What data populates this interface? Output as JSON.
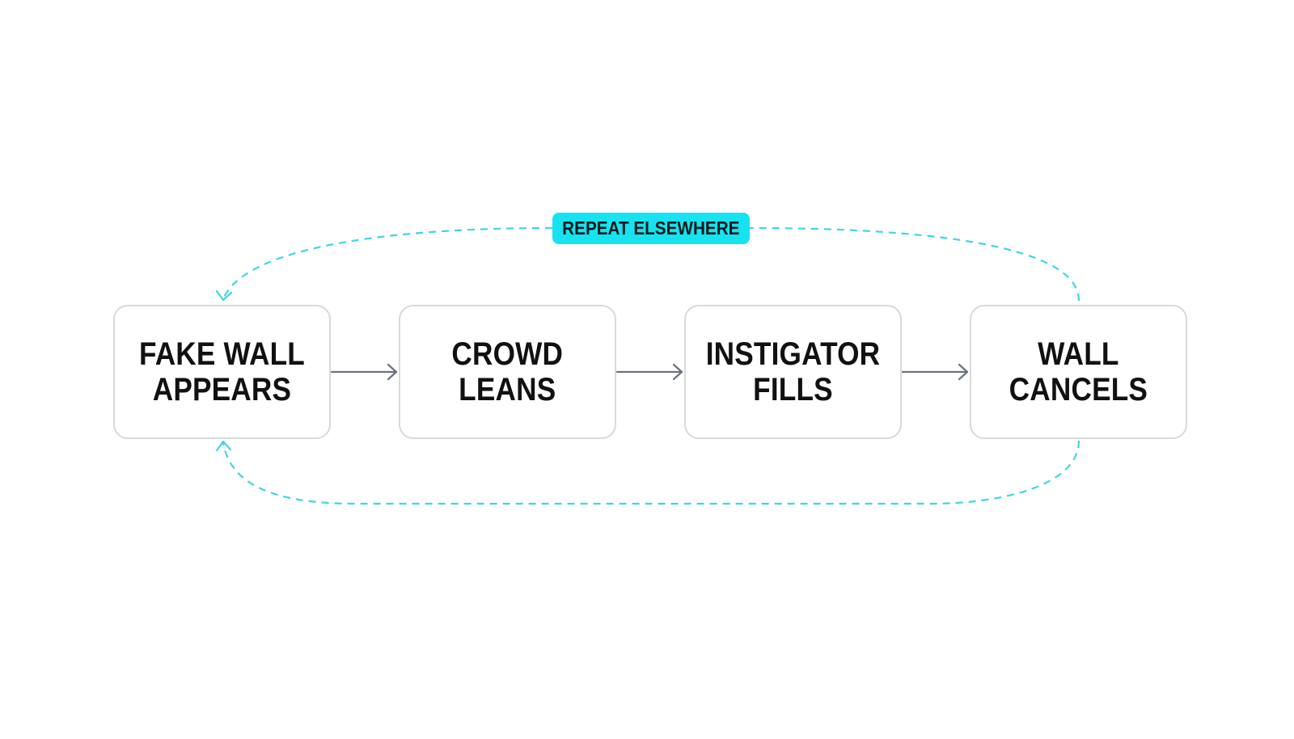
{
  "diagram": {
    "steps": [
      {
        "line1": "FAKE WALL",
        "line2": "APPEARS"
      },
      {
        "line1": "CROWD",
        "line2": "LEANS"
      },
      {
        "line1": "INSTIGATOR",
        "line2": "FILLS"
      },
      {
        "line1": "WALL",
        "line2": "CANCELS"
      }
    ],
    "loop_label": "REPEAT ELSEWHERE"
  },
  "colors": {
    "loop_accent": "#17e3f0",
    "loop_dash": "#3fd6e2",
    "connector": "#6b7280",
    "box_border": "#d9d9d9",
    "text": "#111111"
  }
}
